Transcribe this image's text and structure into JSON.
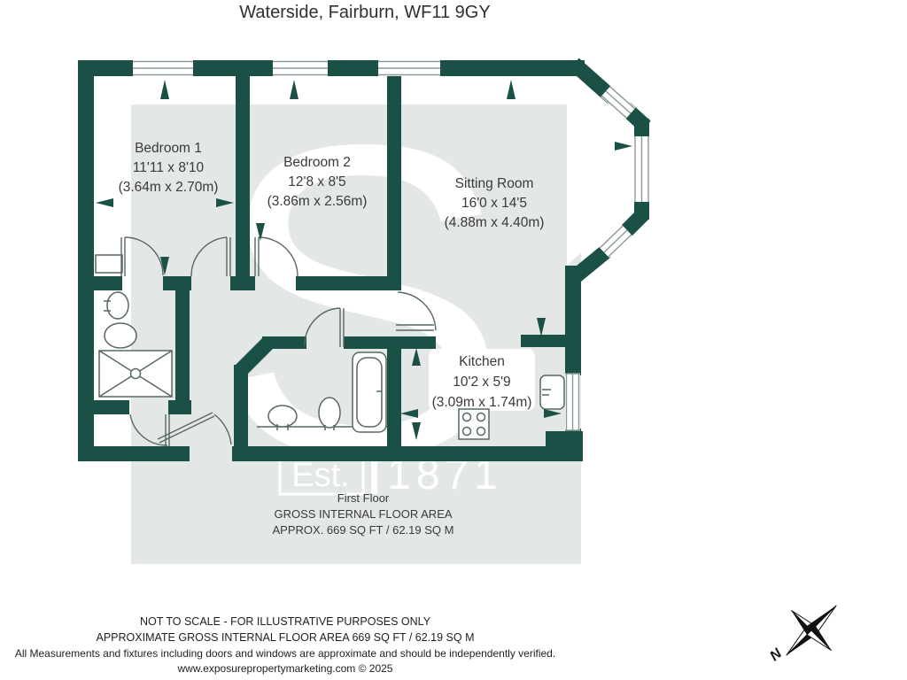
{
  "title": "Waterside, Fairburn, WF11 9GY",
  "rooms": [
    {
      "name": "Bedroom 1",
      "imperial": "11'11 x 8'10",
      "metric": "(3.64m x 2.70m)"
    },
    {
      "name": "Bedroom 2",
      "imperial": "12'8 x 8'5",
      "metric": "(3.86m x 2.56m)"
    },
    {
      "name": "Sitting Room",
      "imperial": "16'0 x 14'5",
      "metric": "(4.88m x 4.40m)"
    },
    {
      "name": "Kitchen",
      "imperial": "10'2 x 5'9",
      "metric": "(3.09m x 1.74m)"
    }
  ],
  "floor_summary": {
    "floor": "First Floor",
    "area_line1": "GROSS INTERNAL FLOOR AREA",
    "area_line2": "APPROX. 669 SQ FT / 62.19 SQ M"
  },
  "watermark": {
    "letter": "S",
    "est": "Est.",
    "year": "1871"
  },
  "compass": {
    "north": "N"
  },
  "footer": {
    "lines": [
      "NOT TO SCALE - FOR ILLUSTRATIVE PURPOSES ONLY",
      "APPROXIMATE GROSS INTERNAL FLOOR AREA 669 SQ FT / 62.19 SQ M",
      "All Measurements and fixtures including doors and windows are approximate and should be independently verified.",
      "www.exposurepropertymarketing.com © 2025"
    ]
  },
  "colors": {
    "wall": "#1a5045",
    "floor": "#e3e7e5",
    "fixture_line": "#57686f",
    "text": "#3a3a3a"
  }
}
